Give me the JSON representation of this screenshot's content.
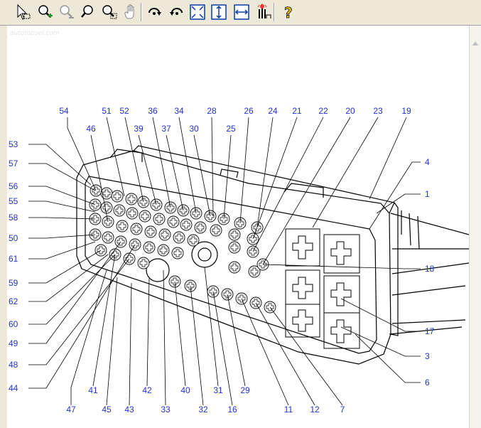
{
  "toolbar": {
    "buttons": [
      {
        "name": "select-pointer-tool",
        "icon": "pointer-icon"
      },
      {
        "name": "zoom-in-tool",
        "icon": "zoom-in-icon"
      },
      {
        "name": "zoom-out-tool",
        "icon": "zoom-out-icon"
      },
      {
        "name": "zoom-tool",
        "icon": "zoom-icon"
      },
      {
        "name": "zoom-area-tool",
        "icon": "zoom-area-icon"
      },
      {
        "name": "pan-hand-tool",
        "icon": "hand-icon"
      },
      {
        "name": "rotate-clockwise-tool",
        "icon": "rotate-cw-icon"
      },
      {
        "name": "rotate-counterclockwise-tool",
        "icon": "rotate-ccw-icon"
      },
      {
        "name": "fit-to-window-tool",
        "icon": "fit-window-icon"
      },
      {
        "name": "fit-height-tool",
        "icon": "fit-height-icon"
      },
      {
        "name": "fit-width-tool",
        "icon": "fit-width-icon"
      },
      {
        "name": "highlight-tool",
        "icon": "highlight-icon"
      },
      {
        "name": "help-tool",
        "icon": "help-icon"
      }
    ]
  },
  "watermark": "autotopsel.com",
  "colors": {
    "label": "#2233cc",
    "line": "#000000",
    "toolbar": "#ece9d8"
  },
  "pin_labels": {
    "top": [
      "54",
      "51",
      "52",
      "36",
      "34",
      "28",
      "26",
      "24",
      "21",
      "22",
      "20",
      "23",
      "19",
      "46",
      "39",
      "37",
      "30",
      "25"
    ],
    "left": [
      "53",
      "57",
      "56",
      "55",
      "58",
      "50",
      "61",
      "59",
      "62",
      "60",
      "49",
      "48",
      "44"
    ],
    "right": [
      "4",
      "1",
      "18",
      "17",
      "3",
      "6"
    ],
    "bottom": [
      "47",
      "45",
      "43",
      "41",
      "42",
      "33",
      "40",
      "32",
      "31",
      "16",
      "29",
      "11",
      "12",
      "7"
    ]
  }
}
